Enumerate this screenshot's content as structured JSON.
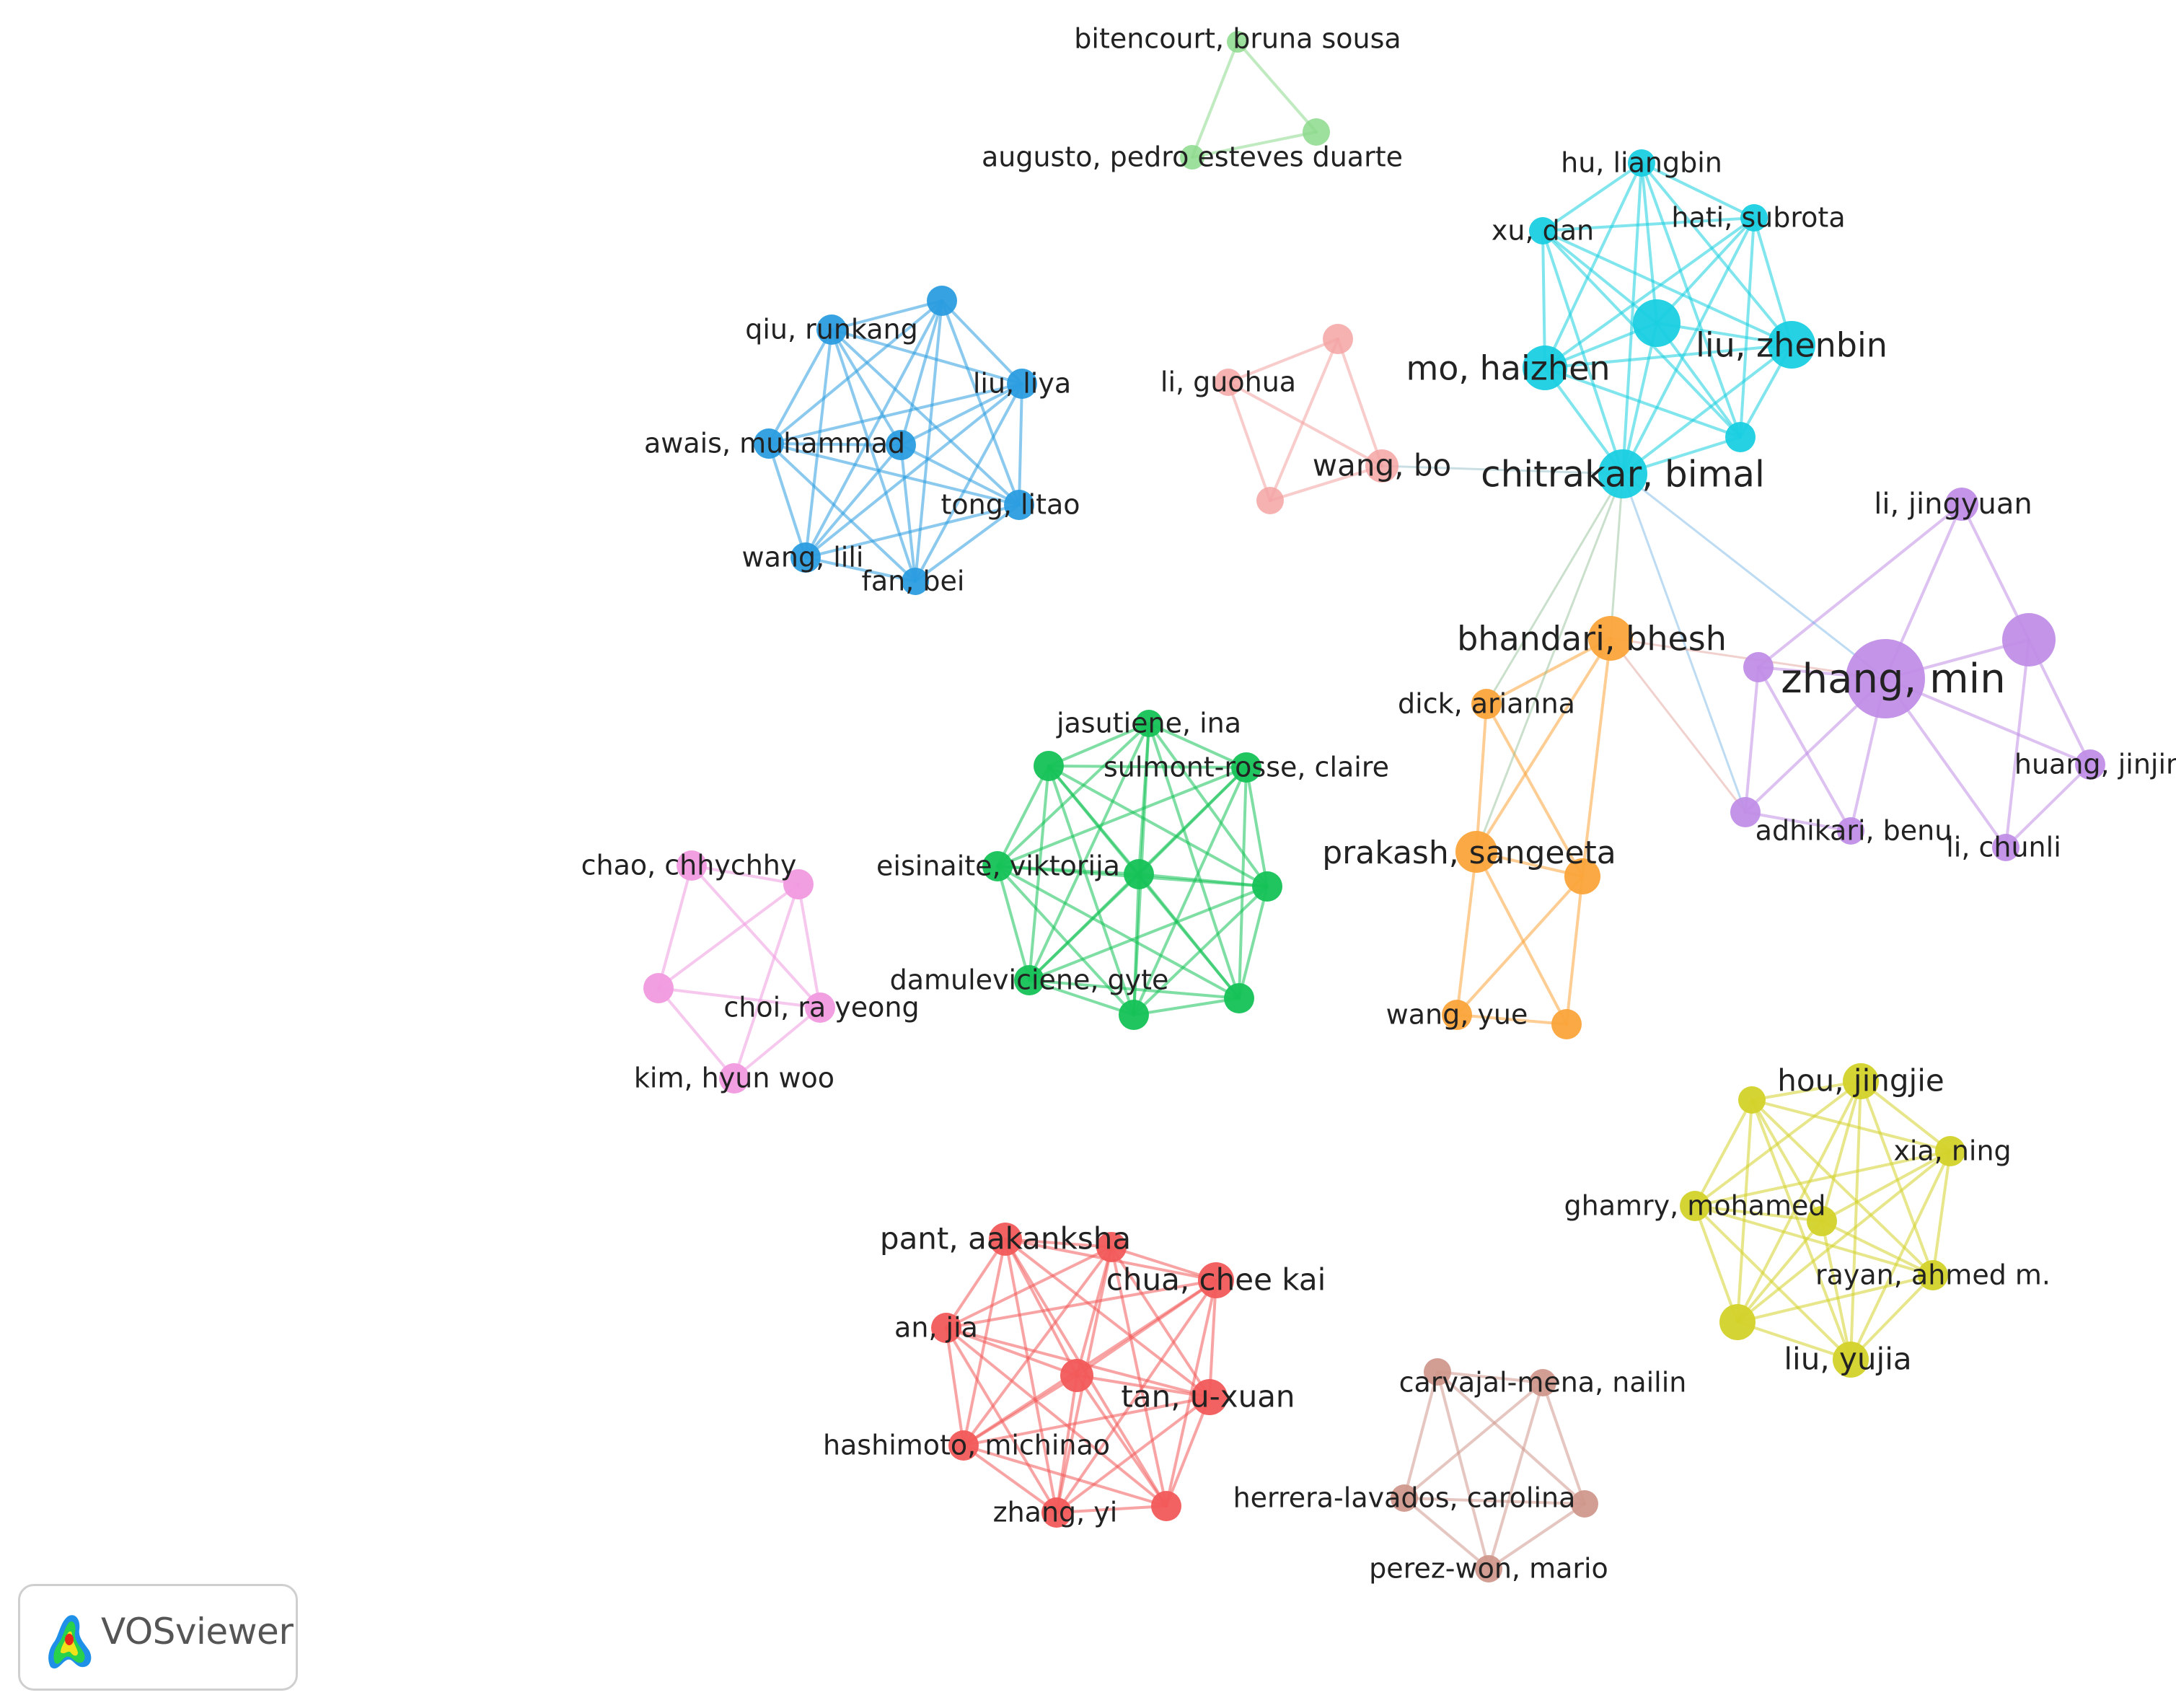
{
  "app": {
    "name": "VOSviewer"
  },
  "clusters": [
    {
      "id": "lightgreen",
      "color": "#8cd98c"
    },
    {
      "id": "cyan",
      "color": "#19cfe0"
    },
    {
      "id": "blue",
      "color": "#2b9de0"
    },
    {
      "id": "salmon",
      "color": "#f4a3a3"
    },
    {
      "id": "purple",
      "color": "#c08ee6"
    },
    {
      "id": "orange",
      "color": "#fba43a"
    },
    {
      "id": "green",
      "color": "#15c257"
    },
    {
      "id": "pink",
      "color": "#f19ae0"
    },
    {
      "id": "yellow",
      "color": "#d3d22a"
    },
    {
      "id": "red",
      "color": "#f25a5a"
    },
    {
      "id": "brown",
      "color": "#d0988c"
    }
  ],
  "nodes": [
    {
      "id": "lg1",
      "cluster": "lightgreen",
      "label": "bitencourt, bruna sousa"
    },
    {
      "id": "lg2",
      "cluster": "lightgreen",
      "label": "augusto, pedro esteves duarte"
    },
    {
      "id": "lg3",
      "cluster": "lightgreen",
      "label": ""
    },
    {
      "id": "c1",
      "cluster": "cyan",
      "label": "hu, liangbin"
    },
    {
      "id": "c2",
      "cluster": "cyan",
      "label": "hati, subrota"
    },
    {
      "id": "c3",
      "cluster": "cyan",
      "label": "xu, dan"
    },
    {
      "id": "c4",
      "cluster": "cyan",
      "label": ""
    },
    {
      "id": "c5",
      "cluster": "cyan",
      "label": "liu, zhenbin"
    },
    {
      "id": "c6",
      "cluster": "cyan",
      "label": "mo, haizhen"
    },
    {
      "id": "c7",
      "cluster": "cyan",
      "label": ""
    },
    {
      "id": "c8",
      "cluster": "cyan",
      "label": "chitrakar, bimal"
    },
    {
      "id": "b1",
      "cluster": "blue",
      "label": ""
    },
    {
      "id": "b2",
      "cluster": "blue",
      "label": "qiu, runkang"
    },
    {
      "id": "b3",
      "cluster": "blue",
      "label": "liu, liya"
    },
    {
      "id": "b4",
      "cluster": "blue",
      "label": "awais, muhammad"
    },
    {
      "id": "b5",
      "cluster": "blue",
      "label": ""
    },
    {
      "id": "b6",
      "cluster": "blue",
      "label": "tong, litao"
    },
    {
      "id": "b7",
      "cluster": "blue",
      "label": "wang, lili"
    },
    {
      "id": "b8",
      "cluster": "blue",
      "label": "fan, bei"
    },
    {
      "id": "s1",
      "cluster": "salmon",
      "label": ""
    },
    {
      "id": "s2",
      "cluster": "salmon",
      "label": "li, guohua"
    },
    {
      "id": "s3",
      "cluster": "salmon",
      "label": "wang, bo"
    },
    {
      "id": "s4",
      "cluster": "salmon",
      "label": ""
    },
    {
      "id": "p1",
      "cluster": "purple",
      "label": "li, jingyuan"
    },
    {
      "id": "p2",
      "cluster": "purple",
      "label": ""
    },
    {
      "id": "p3",
      "cluster": "purple",
      "label": "zhang, min"
    },
    {
      "id": "p4",
      "cluster": "purple",
      "label": ""
    },
    {
      "id": "p5",
      "cluster": "purple",
      "label": "huang, jinjin"
    },
    {
      "id": "p6",
      "cluster": "purple",
      "label": ""
    },
    {
      "id": "p7",
      "cluster": "purple",
      "label": "adhikari, benu"
    },
    {
      "id": "p8",
      "cluster": "purple",
      "label": "li, chunli"
    },
    {
      "id": "o1",
      "cluster": "orange",
      "label": "bhandari, bhesh"
    },
    {
      "id": "o2",
      "cluster": "orange",
      "label": "dick, arianna"
    },
    {
      "id": "o3",
      "cluster": "orange",
      "label": "prakash, sangeeta"
    },
    {
      "id": "o4",
      "cluster": "orange",
      "label": ""
    },
    {
      "id": "o5",
      "cluster": "orange",
      "label": "wang, yue"
    },
    {
      "id": "o6",
      "cluster": "orange",
      "label": ""
    },
    {
      "id": "g1",
      "cluster": "green",
      "label": "jasutiene, ina"
    },
    {
      "id": "g2",
      "cluster": "green",
      "label": ""
    },
    {
      "id": "g3",
      "cluster": "green",
      "label": "sulmont-rosse, claire"
    },
    {
      "id": "g4",
      "cluster": "green",
      "label": "eisinaite, viktorija"
    },
    {
      "id": "g5",
      "cluster": "green",
      "label": ""
    },
    {
      "id": "g6",
      "cluster": "green",
      "label": ""
    },
    {
      "id": "g7",
      "cluster": "green",
      "label": "damuleviciene, gyte"
    },
    {
      "id": "g8",
      "cluster": "green",
      "label": ""
    },
    {
      "id": "g9",
      "cluster": "green",
      "label": ""
    },
    {
      "id": "k1",
      "cluster": "pink",
      "label": "chao, chhychhy"
    },
    {
      "id": "k2",
      "cluster": "pink",
      "label": ""
    },
    {
      "id": "k3",
      "cluster": "pink",
      "label": ""
    },
    {
      "id": "k4",
      "cluster": "pink",
      "label": "choi, ra yeong"
    },
    {
      "id": "k5",
      "cluster": "pink",
      "label": "kim, hyun woo"
    },
    {
      "id": "y1",
      "cluster": "yellow",
      "label": ""
    },
    {
      "id": "y2",
      "cluster": "yellow",
      "label": "hou, jingjie"
    },
    {
      "id": "y3",
      "cluster": "yellow",
      "label": "xia, ning"
    },
    {
      "id": "y4",
      "cluster": "yellow",
      "label": "ghamry, mohamed"
    },
    {
      "id": "y5",
      "cluster": "yellow",
      "label": ""
    },
    {
      "id": "y6",
      "cluster": "yellow",
      "label": "rayan, ahmed m."
    },
    {
      "id": "y7",
      "cluster": "yellow",
      "label": ""
    },
    {
      "id": "y8",
      "cluster": "yellow",
      "label": "liu, yujia"
    },
    {
      "id": "r1",
      "cluster": "red",
      "label": "pant, aakanksha"
    },
    {
      "id": "r2",
      "cluster": "red",
      "label": ""
    },
    {
      "id": "r3",
      "cluster": "red",
      "label": "chua, chee kai"
    },
    {
      "id": "r4",
      "cluster": "red",
      "label": "an, jia"
    },
    {
      "id": "r5",
      "cluster": "red",
      "label": ""
    },
    {
      "id": "r6",
      "cluster": "red",
      "label": "tan, u-xuan"
    },
    {
      "id": "r7",
      "cluster": "red",
      "label": "hashimoto, michinao"
    },
    {
      "id": "r8",
      "cluster": "red",
      "label": "zhang, yi"
    },
    {
      "id": "r9",
      "cluster": "red",
      "label": ""
    },
    {
      "id": "w1",
      "cluster": "brown",
      "label": ""
    },
    {
      "id": "w2",
      "cluster": "brown",
      "label": "carvajal-mena, nailin"
    },
    {
      "id": "w3",
      "cluster": "brown",
      "label": "herrera-lavados, carolina"
    },
    {
      "id": "w4",
      "cluster": "brown",
      "label": ""
    },
    {
      "id": "w5",
      "cluster": "brown",
      "label": "perez-won, mario"
    }
  ],
  "links": [
    [
      "lg1",
      "lg2"
    ],
    [
      "lg1",
      "lg3"
    ],
    [
      "lg2",
      "lg3"
    ],
    [
      "c1",
      "c2"
    ],
    [
      "c1",
      "c3"
    ],
    [
      "c1",
      "c4"
    ],
    [
      "c1",
      "c5"
    ],
    [
      "c1",
      "c6"
    ],
    [
      "c1",
      "c7"
    ],
    [
      "c1",
      "c8"
    ],
    [
      "c2",
      "c3"
    ],
    [
      "c2",
      "c4"
    ],
    [
      "c2",
      "c5"
    ],
    [
      "c2",
      "c6"
    ],
    [
      "c2",
      "c7"
    ],
    [
      "c2",
      "c8"
    ],
    [
      "c3",
      "c4"
    ],
    [
      "c3",
      "c5"
    ],
    [
      "c3",
      "c6"
    ],
    [
      "c3",
      "c7"
    ],
    [
      "c3",
      "c8"
    ],
    [
      "c4",
      "c5"
    ],
    [
      "c4",
      "c6"
    ],
    [
      "c4",
      "c7"
    ],
    [
      "c4",
      "c8"
    ],
    [
      "c5",
      "c6"
    ],
    [
      "c5",
      "c7"
    ],
    [
      "c5",
      "c8"
    ],
    [
      "c6",
      "c7"
    ],
    [
      "c6",
      "c8"
    ],
    [
      "c7",
      "c8"
    ],
    [
      "b1",
      "b2"
    ],
    [
      "b1",
      "b3"
    ],
    [
      "b1",
      "b4"
    ],
    [
      "b1",
      "b5"
    ],
    [
      "b1",
      "b6"
    ],
    [
      "b1",
      "b7"
    ],
    [
      "b1",
      "b8"
    ],
    [
      "b2",
      "b3"
    ],
    [
      "b2",
      "b4"
    ],
    [
      "b2",
      "b5"
    ],
    [
      "b2",
      "b6"
    ],
    [
      "b2",
      "b7"
    ],
    [
      "b2",
      "b8"
    ],
    [
      "b3",
      "b4"
    ],
    [
      "b3",
      "b5"
    ],
    [
      "b3",
      "b6"
    ],
    [
      "b3",
      "b7"
    ],
    [
      "b3",
      "b8"
    ],
    [
      "b4",
      "b5"
    ],
    [
      "b4",
      "b6"
    ],
    [
      "b4",
      "b7"
    ],
    [
      "b4",
      "b8"
    ],
    [
      "b5",
      "b6"
    ],
    [
      "b5",
      "b7"
    ],
    [
      "b5",
      "b8"
    ],
    [
      "b6",
      "b7"
    ],
    [
      "b6",
      "b8"
    ],
    [
      "b7",
      "b8"
    ],
    [
      "s1",
      "s2"
    ],
    [
      "s1",
      "s3"
    ],
    [
      "s1",
      "s4"
    ],
    [
      "s2",
      "s3"
    ],
    [
      "s2",
      "s4"
    ],
    [
      "s3",
      "s4"
    ],
    [
      "p1",
      "p2"
    ],
    [
      "p1",
      "p3"
    ],
    [
      "p1",
      "p4"
    ],
    [
      "p2",
      "p3"
    ],
    [
      "p2",
      "p5"
    ],
    [
      "p2",
      "p8"
    ],
    [
      "p3",
      "p4"
    ],
    [
      "p3",
      "p5"
    ],
    [
      "p3",
      "p6"
    ],
    [
      "p3",
      "p7"
    ],
    [
      "p3",
      "p8"
    ],
    [
      "p4",
      "p6"
    ],
    [
      "p4",
      "p7"
    ],
    [
      "p5",
      "p8"
    ],
    [
      "p6",
      "p7"
    ],
    [
      "o1",
      "o2"
    ],
    [
      "o1",
      "o3"
    ],
    [
      "o1",
      "o4"
    ],
    [
      "o2",
      "o3"
    ],
    [
      "o2",
      "o4"
    ],
    [
      "o3",
      "o4"
    ],
    [
      "o3",
      "o5"
    ],
    [
      "o3",
      "o6"
    ],
    [
      "o4",
      "o5"
    ],
    [
      "o4",
      "o6"
    ],
    [
      "o5",
      "o6"
    ],
    [
      "g1",
      "g2"
    ],
    [
      "g1",
      "g3"
    ],
    [
      "g1",
      "g4"
    ],
    [
      "g1",
      "g5"
    ],
    [
      "g1",
      "g6"
    ],
    [
      "g1",
      "g7"
    ],
    [
      "g1",
      "g8"
    ],
    [
      "g1",
      "g9"
    ],
    [
      "g2",
      "g3"
    ],
    [
      "g2",
      "g4"
    ],
    [
      "g2",
      "g5"
    ],
    [
      "g2",
      "g6"
    ],
    [
      "g2",
      "g7"
    ],
    [
      "g2",
      "g8"
    ],
    [
      "g2",
      "g9"
    ],
    [
      "g3",
      "g4"
    ],
    [
      "g3",
      "g5"
    ],
    [
      "g3",
      "g6"
    ],
    [
      "g3",
      "g7"
    ],
    [
      "g3",
      "g8"
    ],
    [
      "g3",
      "g9"
    ],
    [
      "g4",
      "g5"
    ],
    [
      "g4",
      "g6"
    ],
    [
      "g4",
      "g7"
    ],
    [
      "g4",
      "g8"
    ],
    [
      "g4",
      "g9"
    ],
    [
      "g5",
      "g6"
    ],
    [
      "g5",
      "g7"
    ],
    [
      "g5",
      "g8"
    ],
    [
      "g5",
      "g9"
    ],
    [
      "g6",
      "g7"
    ],
    [
      "g6",
      "g8"
    ],
    [
      "g6",
      "g9"
    ],
    [
      "g7",
      "g8"
    ],
    [
      "g7",
      "g9"
    ],
    [
      "g8",
      "g9"
    ],
    [
      "k1",
      "k2"
    ],
    [
      "k1",
      "k3"
    ],
    [
      "k1",
      "k4"
    ],
    [
      "k2",
      "k3"
    ],
    [
      "k2",
      "k4"
    ],
    [
      "k2",
      "k5"
    ],
    [
      "k3",
      "k4"
    ],
    [
      "k3",
      "k5"
    ],
    [
      "k4",
      "k5"
    ],
    [
      "y1",
      "y2"
    ],
    [
      "y1",
      "y3"
    ],
    [
      "y1",
      "y4"
    ],
    [
      "y1",
      "y5"
    ],
    [
      "y1",
      "y6"
    ],
    [
      "y1",
      "y7"
    ],
    [
      "y1",
      "y8"
    ],
    [
      "y2",
      "y3"
    ],
    [
      "y2",
      "y4"
    ],
    [
      "y2",
      "y5"
    ],
    [
      "y2",
      "y6"
    ],
    [
      "y2",
      "y7"
    ],
    [
      "y2",
      "y8"
    ],
    [
      "y3",
      "y4"
    ],
    [
      "y3",
      "y5"
    ],
    [
      "y3",
      "y6"
    ],
    [
      "y3",
      "y7"
    ],
    [
      "y3",
      "y8"
    ],
    [
      "y4",
      "y5"
    ],
    [
      "y4",
      "y6"
    ],
    [
      "y4",
      "y7"
    ],
    [
      "y4",
      "y8"
    ],
    [
      "y5",
      "y6"
    ],
    [
      "y5",
      "y7"
    ],
    [
      "y5",
      "y8"
    ],
    [
      "y6",
      "y7"
    ],
    [
      "y6",
      "y8"
    ],
    [
      "y7",
      "y8"
    ],
    [
      "r1",
      "r2"
    ],
    [
      "r1",
      "r3"
    ],
    [
      "r1",
      "r4"
    ],
    [
      "r1",
      "r5"
    ],
    [
      "r1",
      "r6"
    ],
    [
      "r1",
      "r7"
    ],
    [
      "r1",
      "r8"
    ],
    [
      "r1",
      "r9"
    ],
    [
      "r2",
      "r3"
    ],
    [
      "r2",
      "r4"
    ],
    [
      "r2",
      "r5"
    ],
    [
      "r2",
      "r6"
    ],
    [
      "r2",
      "r7"
    ],
    [
      "r2",
      "r8"
    ],
    [
      "r2",
      "r9"
    ],
    [
      "r3",
      "r4"
    ],
    [
      "r3",
      "r5"
    ],
    [
      "r3",
      "r6"
    ],
    [
      "r3",
      "r7"
    ],
    [
      "r3",
      "r8"
    ],
    [
      "r3",
      "r9"
    ],
    [
      "r4",
      "r5"
    ],
    [
      "r4",
      "r6"
    ],
    [
      "r4",
      "r7"
    ],
    [
      "r4",
      "r8"
    ],
    [
      "r4",
      "r9"
    ],
    [
      "r5",
      "r6"
    ],
    [
      "r5",
      "r7"
    ],
    [
      "r5",
      "r8"
    ],
    [
      "r5",
      "r9"
    ],
    [
      "r6",
      "r7"
    ],
    [
      "r6",
      "r8"
    ],
    [
      "r6",
      "r9"
    ],
    [
      "r7",
      "r8"
    ],
    [
      "r7",
      "r9"
    ],
    [
      "r8",
      "r9"
    ],
    [
      "w1",
      "w2"
    ],
    [
      "w1",
      "w3"
    ],
    [
      "w1",
      "w4"
    ],
    [
      "w1",
      "w5"
    ],
    [
      "w2",
      "w3"
    ],
    [
      "w2",
      "w4"
    ],
    [
      "w2",
      "w5"
    ],
    [
      "w3",
      "w4"
    ],
    [
      "w3",
      "w5"
    ],
    [
      "w4",
      "w5"
    ],
    [
      "s3",
      "c8"
    ],
    [
      "c8",
      "o1"
    ],
    [
      "c8",
      "o2"
    ],
    [
      "c8",
      "o3"
    ],
    [
      "c8",
      "p6"
    ],
    [
      "c8",
      "p3"
    ],
    [
      "o1",
      "p3"
    ],
    [
      "o1",
      "p6"
    ]
  ]
}
